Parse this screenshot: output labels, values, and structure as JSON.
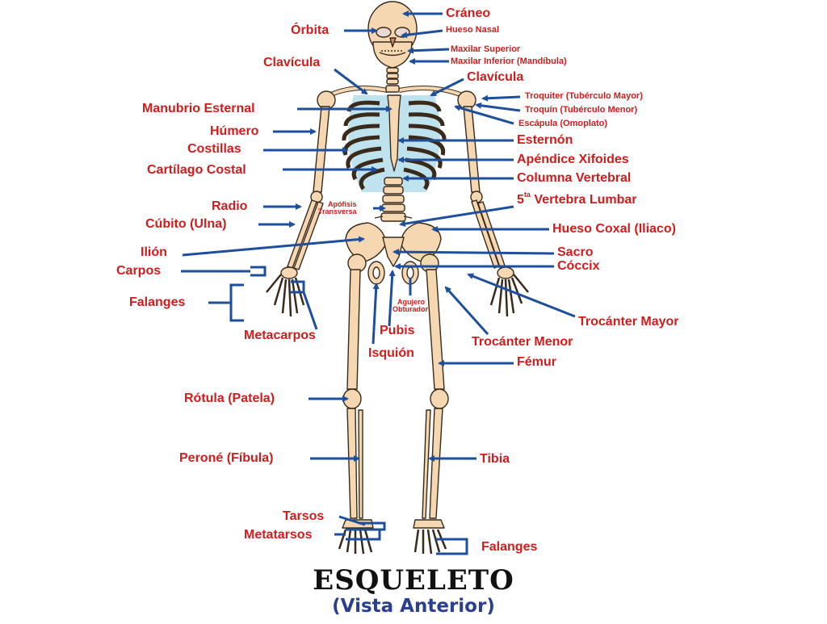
{
  "title": "ESQUELETO",
  "subtitle": "(Vista Anterior)",
  "labels": {
    "craneo": "Cráneo",
    "orbita": "Órbita",
    "hueso_nasal": "Hueso Nasal",
    "maxilar_superior": "Maxilar Superior",
    "maxilar_inferior": "Maxilar Inferior (Mandíbula)",
    "clavicula_left": "Clavícula",
    "clavicula_right": "Clavícula",
    "troquiter": "Troquiter (Tubérculo Mayor)",
    "troquin": "Troquín (Tubérculo Menor)",
    "escapula": "Escápula (Omoplato)",
    "manubrio": "Manubrio Esternal",
    "humero": "Húmero",
    "costillas": "Costillas",
    "esternon": "Esternón",
    "apendice": "Apéndice Xifoides",
    "cartilago": "Cartílago Costal",
    "columna": "Columna Vertebral",
    "radio": "Radio",
    "apofisis_1": "Apófisis",
    "apofisis_2": "Transversa",
    "vertebra_num": "5",
    "vertebra_sup": "ta",
    "vertebra_text": "Vertebra Lumbar",
    "cubito": "Cúbito (Ulna)",
    "hueso_coxal": "Hueso Coxal (Iliaco)",
    "ilion": "Ilión",
    "sacro": "Sacro",
    "carpos": "Carpos",
    "coccix": "Cóccix",
    "falanges_hand": "Falanges",
    "agujero_1": "Agujero",
    "agujero_2": "Obturador",
    "trocanter_mayor": "Trocánter Mayor",
    "metacarpos": "Metacarpos",
    "pubis": "Pubis",
    "trocanter_menor": "Trocánter Menor",
    "isquion": "Isquión",
    "femur": "Fémur",
    "rotula": "Rótula (Patela)",
    "perone": "Peroné (Fíbula)",
    "tibia": "Tibia",
    "tarsos": "Tarsos",
    "metatarsos": "Metatarsos",
    "falanges_foot": "Falanges"
  },
  "colors": {
    "label": "#d01c1c",
    "arrow": "#1e4f9c",
    "bone_fill": "#f5d7b2",
    "bone_stroke": "#3a2a1a",
    "cartilage": "#bfe3ee",
    "title": "#111111",
    "subtitle": "#2a3f8f"
  }
}
